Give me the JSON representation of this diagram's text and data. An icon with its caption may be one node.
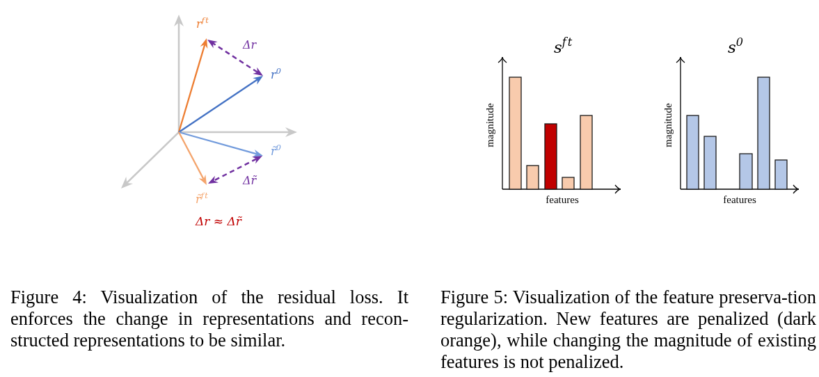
{
  "diagram": {
    "nodes": [
      {
        "text": [],
        "shape": "bar"
      },
      {
        "text": [],
        "shape": "bar"
      },
      {
        "text": [],
        "shape": "bar"
      },
      {
        "text": [],
        "shape": "bar"
      },
      {
        "text": [],
        "shape": "bar"
      },
      {
        "text": [],
        "shape": "bar"
      },
      {
        "text": [],
        "shape": "bar"
      },
      {
        "text": [],
        "shape": "bar"
      },
      {
        "text": [],
        "shape": "bar"
      },
      {
        "text": [],
        "shape": "bar"
      }
    ],
    "labels": [
      "r$^{ft}$",
      "Δr",
      "r$^{0}$",
      "r̃$^{0}$",
      "Δr̃",
      "r̃$^{ft}$",
      "Δr ≈ Δr̃",
      "s$^{ft}$",
      "magnitude",
      "features",
      "s$^{0}$",
      "magnitude",
      "features",
      "Figure 4: Visualization of the residual loss. It enforces the change in representations and recon-structed representations to be similar.",
      "Figure 5: Visualization of the feature preserva-tion regularization. New features are penalized (dark orange), while changing the magnitude of existing features is not penalized."
    ]
  }
}
